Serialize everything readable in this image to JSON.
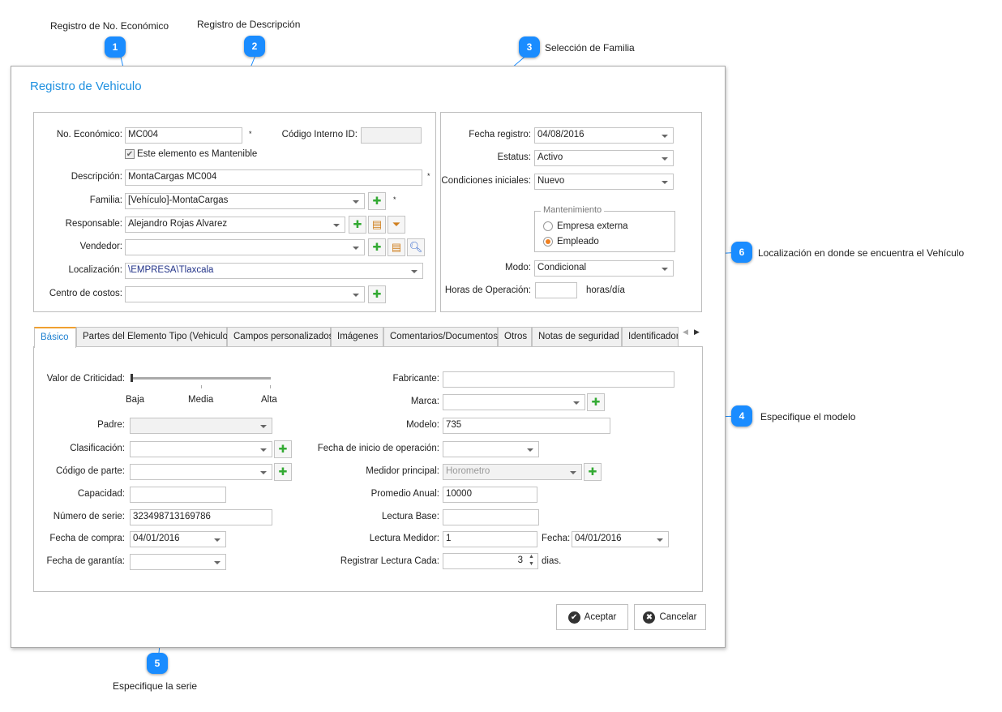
{
  "annotations": [
    {
      "n": "1",
      "text": "Registro de No. Económico"
    },
    {
      "n": "2",
      "text": "Registro  de Descripción"
    },
    {
      "n": "3",
      "text": "Selección de Familia"
    },
    {
      "n": "4",
      "text": "Especifique el modelo"
    },
    {
      "n": "5",
      "text": "Especifique la serie"
    },
    {
      "n": "6",
      "text": "Localización en donde se encuentra el Vehículo"
    }
  ],
  "window": {
    "title": "Registro de Vehiculo"
  },
  "left": {
    "no_economico": {
      "label": "No. Económico:",
      "value": "MC004"
    },
    "codigo_interno": {
      "label": "Código Interno ID:",
      "value": ""
    },
    "mantenible": {
      "label": "Este elemento es Mantenible",
      "checked": true
    },
    "descripcion": {
      "label": "Descripción:",
      "value": "MontaCargas MC004"
    },
    "familia": {
      "label": "Familia:",
      "value": "[Vehículo]-MontaCargas"
    },
    "responsable": {
      "label": "Responsable:",
      "value": "Alejandro Rojas Alvarez"
    },
    "vendedor": {
      "label": "Vendedor:",
      "value": ""
    },
    "localizacion": {
      "label": "Localización:",
      "value": "\\EMPRESA\\Tlaxcala"
    },
    "centro_costos": {
      "label": "Centro de costos:",
      "value": ""
    },
    "required_mark": "*"
  },
  "right": {
    "fecha_registro": {
      "label": "Fecha registro:",
      "value": "04/08/2016"
    },
    "estatus": {
      "label": "Estatus:",
      "value": "Activo"
    },
    "condiciones": {
      "label": "Condiciones iniciales:",
      "value": "Nuevo"
    },
    "mantenimiento": {
      "legend": "Mantenimiento",
      "options": [
        "Empresa externa",
        "Empleado"
      ],
      "selected": "Empleado"
    },
    "modo": {
      "label": "Modo:",
      "value": "Condicional"
    },
    "horas": {
      "label": "Horas de Operación:",
      "value": "",
      "unit": "horas/día"
    }
  },
  "tabs": [
    "Básico",
    "Partes del Elemento Tipo (Vehiculo)",
    "Campos personalizados",
    "Imágenes",
    "Comentarios/Documentos",
    "Otros",
    "Notas de seguridad",
    "Identificador"
  ],
  "basic": {
    "criticidad": {
      "label": "Valor de Criticidad:",
      "ticks": [
        "Baja",
        "Media",
        "Alta"
      ],
      "value": "Baja"
    },
    "padre": {
      "label": "Padre:",
      "value": ""
    },
    "clasificacion": {
      "label": "Clasificación:",
      "value": ""
    },
    "codigo_parte": {
      "label": "Código de parte:",
      "value": ""
    },
    "capacidad": {
      "label": "Capacidad:",
      "value": ""
    },
    "numero_serie": {
      "label": "Número de serie:",
      "value": "323498713169786"
    },
    "fecha_compra": {
      "label": "Fecha de compra:",
      "value": "04/01/2016"
    },
    "fecha_garantia": {
      "label": "Fecha de garantía:",
      "value": ""
    },
    "fabricante": {
      "label": "Fabricante:",
      "value": ""
    },
    "marca": {
      "label": "Marca:",
      "value": ""
    },
    "modelo": {
      "label": "Modelo:",
      "value": "735"
    },
    "fecha_inicio": {
      "label": "Fecha de inicio de operación:",
      "value": ""
    },
    "medidor": {
      "label": "Medidor principal:",
      "value": "Horometro"
    },
    "promedio": {
      "label": "Promedio Anual:",
      "value": "10000"
    },
    "lectura_base": {
      "label": "Lectura Base:",
      "value": ""
    },
    "lectura_medidor": {
      "label": "Lectura Medidor:",
      "value": "1"
    },
    "fecha": {
      "label": "Fecha:",
      "value": "04/01/2016"
    },
    "registrar_cada": {
      "label": "Registrar Lectura Cada:",
      "value": "3",
      "unit": "dias."
    }
  },
  "buttons": {
    "accept": "Aceptar",
    "cancel": "Cancelar"
  },
  "colors": {
    "accent": "#1a8cff",
    "title": "#1e90e0",
    "tab_active": "#f0a030"
  }
}
